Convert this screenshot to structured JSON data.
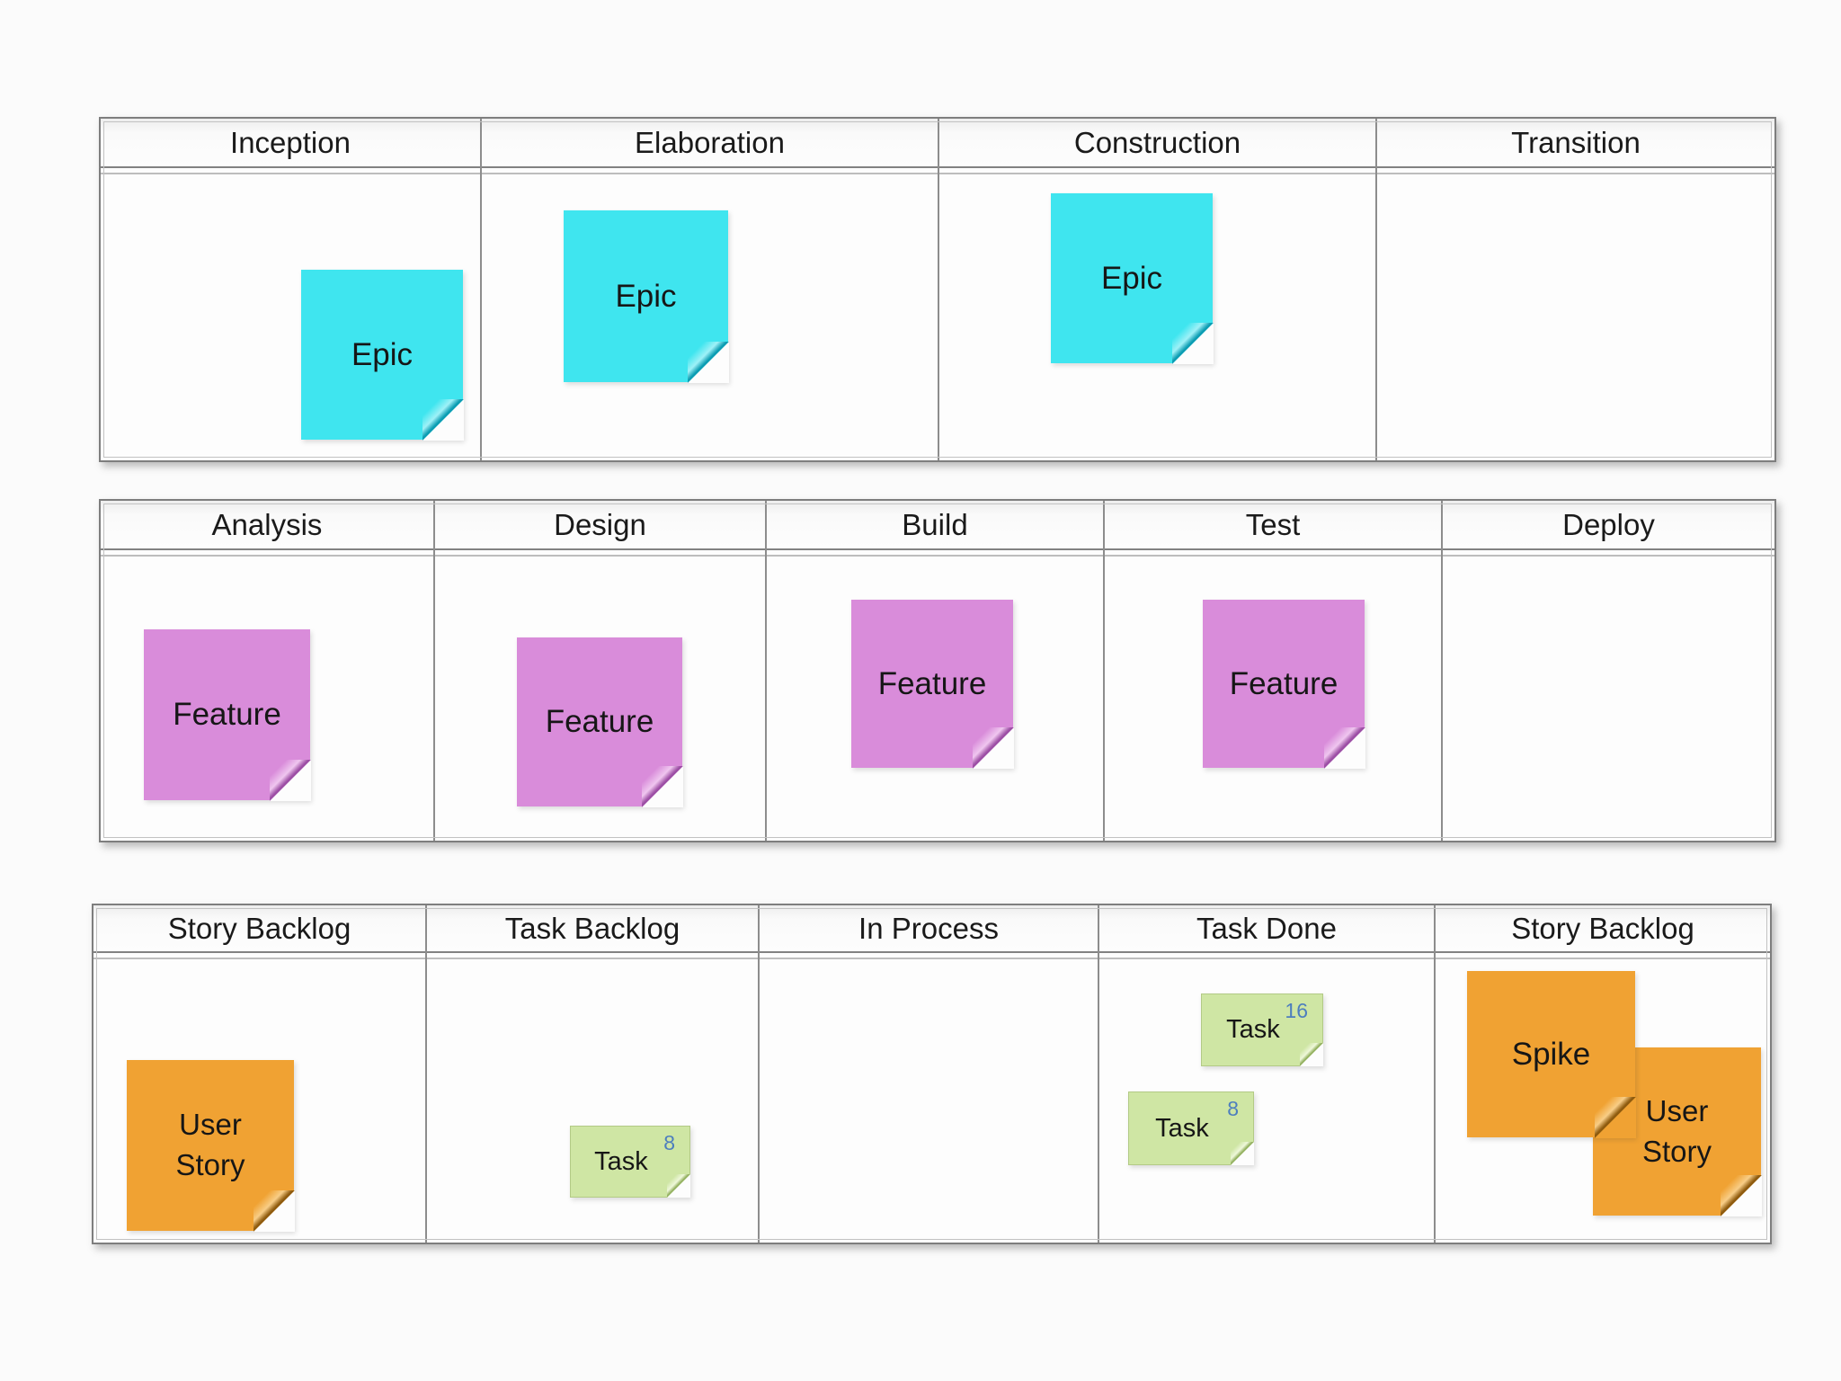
{
  "colors": {
    "background": "#fbfbfb",
    "grid_border": "#7e7e7e",
    "epic_cyan": "#3fe5ef",
    "feature_purple": "#d98cda",
    "story_orange": "#f0a233",
    "task_green": "#cfe6a4",
    "points_blue": "#4d7ebe"
  },
  "boards": [
    {
      "name": "phases-board",
      "columns": [
        {
          "label": "Inception"
        },
        {
          "label": "Elaboration"
        },
        {
          "label": "Construction"
        },
        {
          "label": "Transition"
        }
      ],
      "notes": [
        {
          "label": "Epic",
          "color": "cyan",
          "column": "Inception"
        },
        {
          "label": "Epic",
          "color": "cyan",
          "column": "Elaboration"
        },
        {
          "label": "Epic",
          "color": "cyan",
          "column": "Construction"
        }
      ]
    },
    {
      "name": "disciplines-board",
      "columns": [
        {
          "label": "Analysis"
        },
        {
          "label": "Design"
        },
        {
          "label": "Build"
        },
        {
          "label": "Test"
        },
        {
          "label": "Deploy"
        }
      ],
      "notes": [
        {
          "label": "Feature",
          "color": "purple",
          "column": "Analysis"
        },
        {
          "label": "Feature",
          "color": "purple",
          "column": "Design"
        },
        {
          "label": "Feature",
          "color": "purple",
          "column": "Build"
        },
        {
          "label": "Feature",
          "color": "purple",
          "column": "Test"
        }
      ]
    },
    {
      "name": "task-board",
      "columns": [
        {
          "label": "Story Backlog"
        },
        {
          "label": "Task Backlog"
        },
        {
          "label": "In Process"
        },
        {
          "label": "Task Done"
        },
        {
          "label": "Story Backlog"
        }
      ],
      "notes": [
        {
          "label": "User Story",
          "color": "orange",
          "column": "Story Backlog"
        },
        {
          "label": "Task",
          "points": "8",
          "color": "green",
          "column": "Task Backlog"
        },
        {
          "label": "Task",
          "points": "16",
          "color": "green",
          "column": "Task Done"
        },
        {
          "label": "Task",
          "points": "8",
          "color": "green",
          "column": "Task Done"
        },
        {
          "label": "Spike",
          "color": "orange",
          "column": "Story Backlog"
        },
        {
          "label": "User Story",
          "color": "orange",
          "column": "Story Backlog"
        }
      ]
    }
  ]
}
